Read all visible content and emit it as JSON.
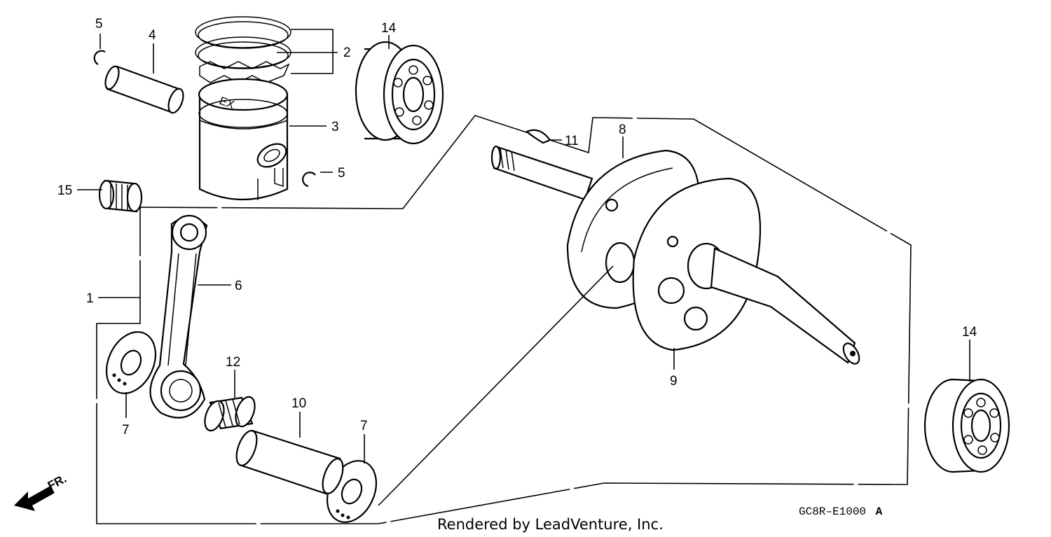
{
  "callouts": {
    "c1": "1",
    "c2": "2",
    "c3": "3",
    "c4": "4",
    "c5a": "5",
    "c5b": "5",
    "c6": "6",
    "c7a": "7",
    "c7b": "7",
    "c8": "8",
    "c9": "9",
    "c10": "10",
    "c11": "11",
    "c12": "12",
    "c14a": "14",
    "c14b": "14",
    "c15": "15"
  },
  "direction_label": "FR.",
  "diagram_code": "GC8R–E1000",
  "diagram_code_suffix": "A",
  "credit": "Rendered by LeadVenture, Inc."
}
